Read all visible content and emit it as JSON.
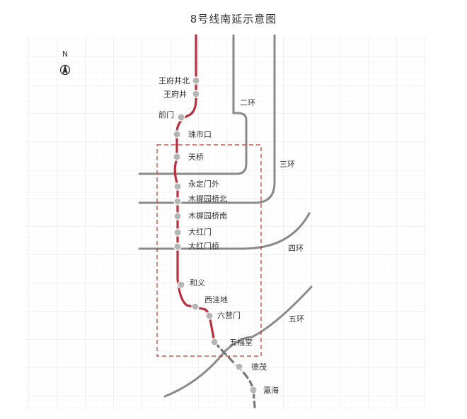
{
  "title": "8号线南延示意图",
  "compass": {
    "label": "N",
    "icon": "north-arrow-icon"
  },
  "line": {
    "existing_color": "#b8313d",
    "extension_color": "#777777",
    "study_box_color": "#c0392b"
  },
  "roads": [
    {
      "key": "ring2",
      "name": "二环"
    },
    {
      "key": "ring3",
      "name": "三环"
    },
    {
      "key": "ring4",
      "name": "四环"
    },
    {
      "key": "ring5",
      "name": "五环"
    }
  ],
  "stations": [
    {
      "key": "wangfujingbei",
      "name": "王府井北"
    },
    {
      "key": "wangfujing",
      "name": "王府井"
    },
    {
      "key": "qianmen",
      "name": "前门"
    },
    {
      "key": "zhushikou",
      "name": "珠市口"
    },
    {
      "key": "tianqiao",
      "name": "天桥"
    },
    {
      "key": "yongdingmenwai",
      "name": "永定门外"
    },
    {
      "key": "muxiyuanqiaobei",
      "name": "木樨园桥北"
    },
    {
      "key": "muxiyuanqiaonan",
      "name": "木樨园桥南"
    },
    {
      "key": "dahongmen",
      "name": "大红门"
    },
    {
      "key": "dahongmenqiao",
      "name": "大红门桥"
    },
    {
      "key": "heyi",
      "name": "和义"
    },
    {
      "key": "xiwadi",
      "name": "西洼地"
    },
    {
      "key": "liuyingmen",
      "name": "六营门"
    },
    {
      "key": "wufutang",
      "name": "五福堂"
    },
    {
      "key": "demao",
      "name": "德茂"
    },
    {
      "key": "yinghai",
      "name": "瀛海"
    }
  ]
}
